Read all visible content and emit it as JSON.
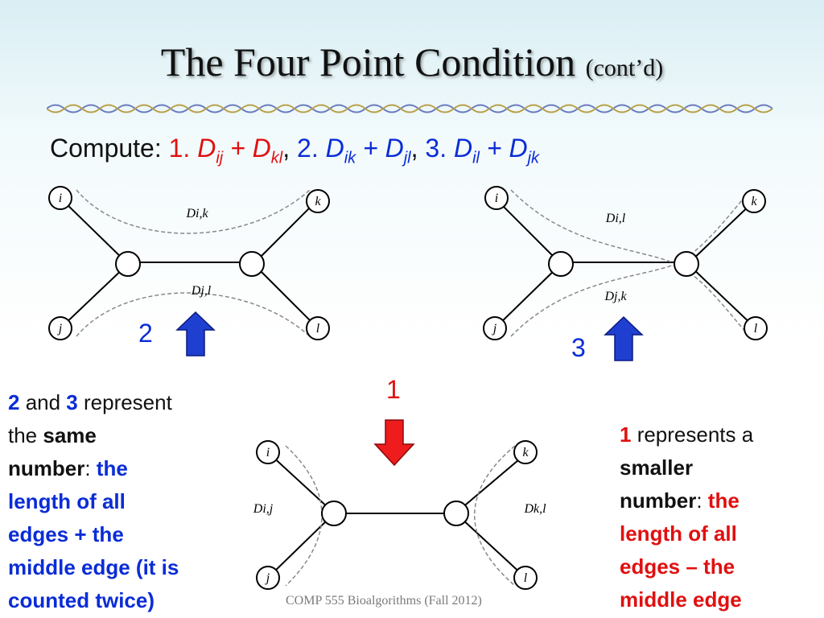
{
  "title": {
    "main": "The Four Point Condition",
    "suffix": "(cont’d)"
  },
  "compute": {
    "prefix": "Compute:",
    "n1": "1.",
    "d": "D",
    "s1a": "ij",
    "plus": "+",
    "s1b": "kl",
    "n2": "2.",
    "s2a": "ik",
    "s2b": "jl",
    "n3": "3.",
    "s3a": "il",
    "s3b": "jk",
    "comma": ","
  },
  "diagrams": {
    "top_left": {
      "nodes": [
        "i",
        "k",
        "j",
        "l"
      ],
      "label_upper": "Di,k",
      "label_lower": "Dj,l",
      "number": "2"
    },
    "top_right": {
      "nodes": [
        "i",
        "k",
        "j",
        "l"
      ],
      "label_upper": "Di,l",
      "label_lower": "Dj,k",
      "number": "3"
    },
    "bottom": {
      "nodes": [
        "i",
        "k",
        "j",
        "l"
      ],
      "label_left": "Di,j",
      "label_right": "Dk,l",
      "number": "1"
    }
  },
  "left_text": {
    "t1": "2",
    "t2": " and ",
    "t3": "3",
    "t4": " represent",
    "t5": "the ",
    "t6": "same",
    "t7": "number",
    "t8": ": ",
    "t9": "the",
    "t10": "length of all",
    "t11": "edges + the",
    "t12": "middle edge (it is",
    "t13": "counted twice)"
  },
  "right_text": {
    "t1": "1",
    "t2": " represents a",
    "t3": "smaller",
    "t4": "number",
    "t5": ": ",
    "t6": "the",
    "t7": "length of all",
    "t8": "edges – the",
    "t9": "middle edge"
  },
  "footer": {
    "course": "COMP 555 Bioalgorithms (Fall 2012)"
  },
  "colors": {
    "red": "#e01010",
    "blue": "#0a2cd6",
    "arrow_blue": "#1f3fd0",
    "arrow_red": "#ee1c1c"
  }
}
